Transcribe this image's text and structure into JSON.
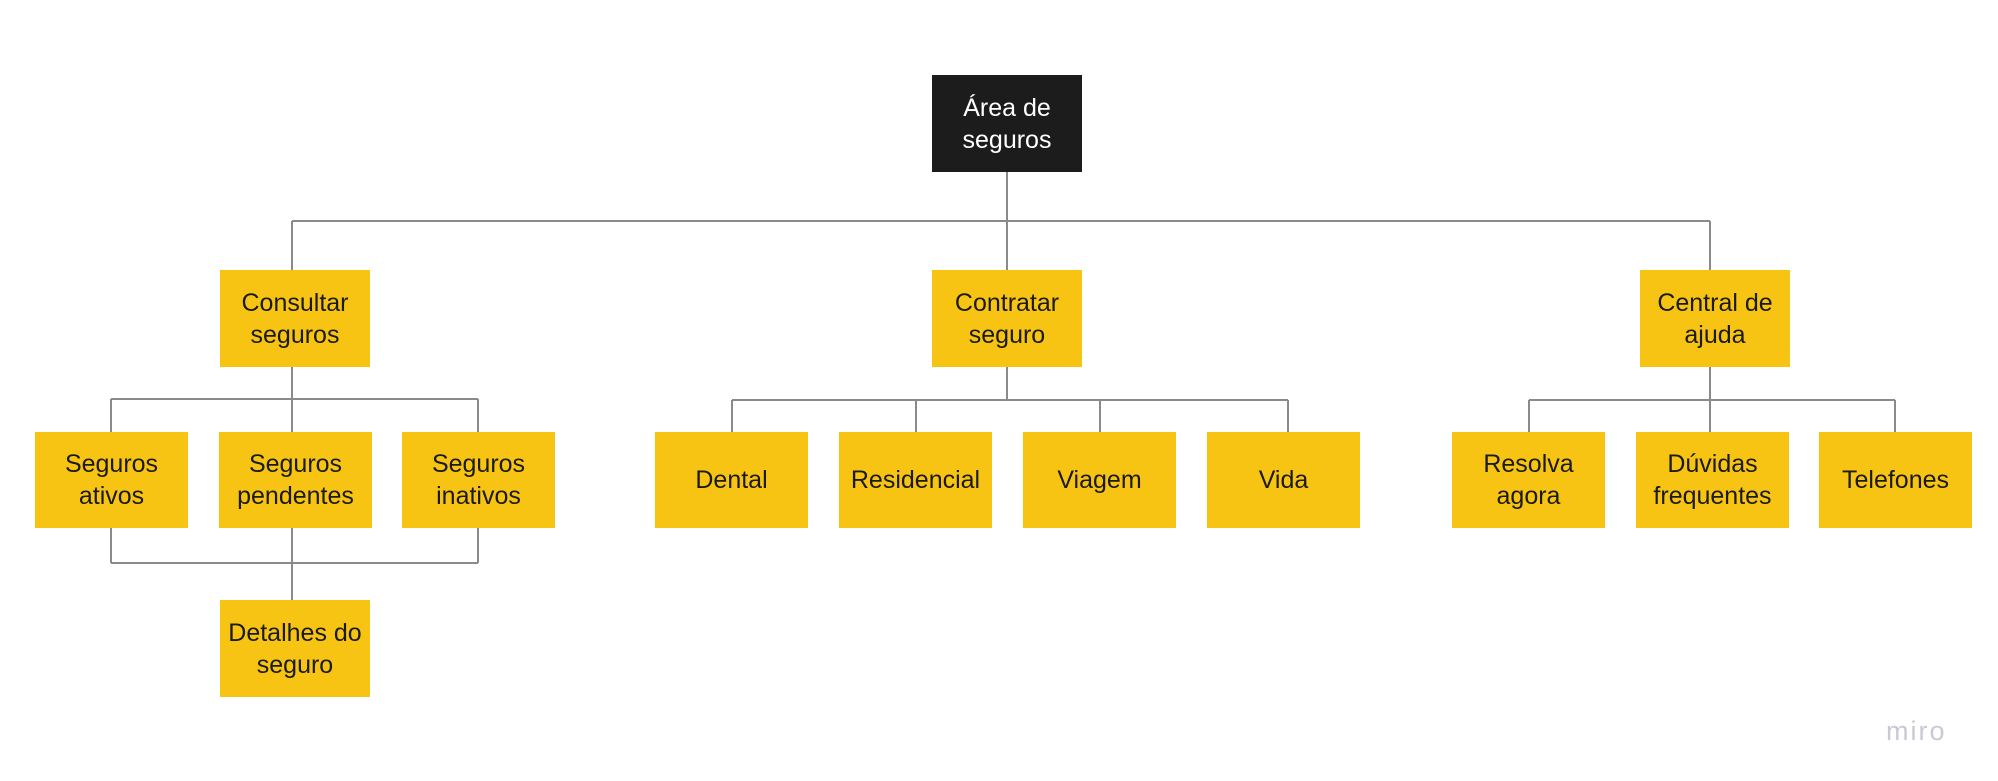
{
  "diagram": {
    "title_node": {
      "label": "Área de seguros",
      "color": "#1c1c1c",
      "text_color": "#ffffff"
    },
    "accent_color": "#f8c413",
    "line_color": "#8a8a8a",
    "background": "#ffffff"
  },
  "nodes": {
    "root": "Área de seguros",
    "consultar_seguros": "Consultar seguros",
    "contratar_seguro": "Contratar seguro",
    "central_de_ajuda": "Central de ajuda",
    "seguros_ativos": "Seguros ativos",
    "seguros_pendentes": "Seguros pendentes",
    "seguros_inativos": "Seguros inativos",
    "detalhes_do_seguro": "Detalhes do seguro",
    "dental": "Dental",
    "residencial": "Residencial",
    "viagem": "Viagem",
    "vida": "Vida",
    "resolva_agora": "Resolva agora",
    "duvidas_frequentes": "Dúvidas frequentes",
    "telefones": "Telefones"
  },
  "watermark": {
    "text": "miro"
  }
}
